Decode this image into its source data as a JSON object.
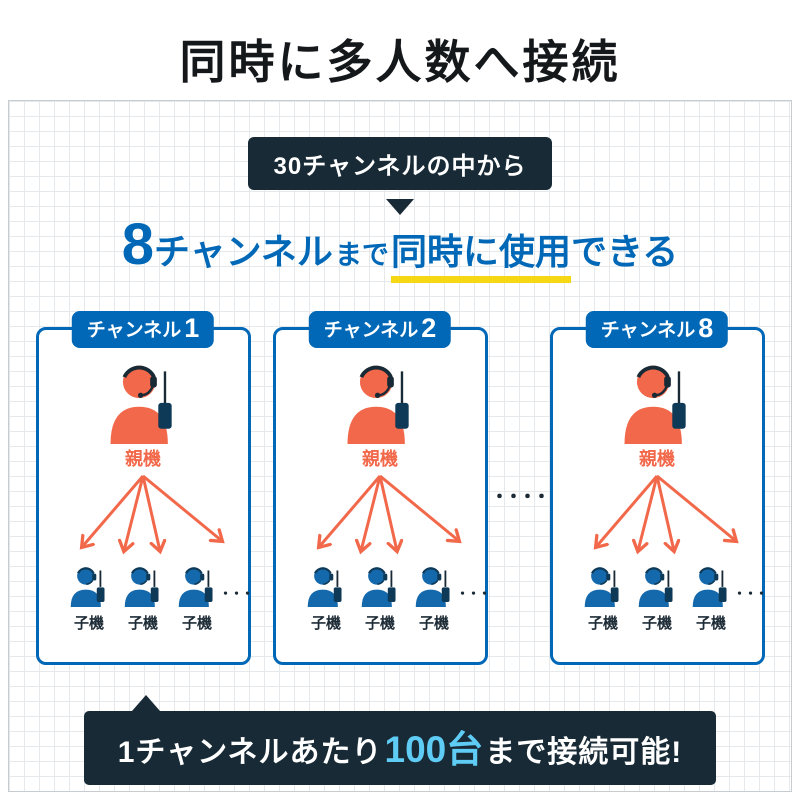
{
  "title": "同時に多人数へ接続",
  "callout": {
    "text": "30チャンネルの中から"
  },
  "headline": {
    "number": "8",
    "unit": "チャンネル",
    "upto": "まで",
    "underlined": "同時に使用",
    "rest": "できる"
  },
  "separator_dots": "・・・・",
  "cards": [
    {
      "tab_label": "チャンネル",
      "tab_number": "1",
      "parent_label": "親機",
      "child_labels": [
        "子機",
        "子機",
        "子機"
      ],
      "more_dots": "・・・"
    },
    {
      "tab_label": "チャンネル",
      "tab_number": "2",
      "parent_label": "親機",
      "child_labels": [
        "子機",
        "子機",
        "子機"
      ],
      "more_dots": "・・・"
    },
    {
      "tab_label": "チャンネル",
      "tab_number": "8",
      "parent_label": "親機",
      "child_labels": [
        "子機",
        "子機",
        "子機"
      ],
      "more_dots": "・・・"
    }
  ],
  "banner": {
    "prefix": "1チャンネルあたり",
    "highlight": "100台",
    "suffix": "まで接続可能!"
  },
  "colors": {
    "accent_blue": "#0068b7",
    "accent_orange": "#f2684a",
    "dark_navy": "#182a35",
    "highlight_cyan": "#5fccf5",
    "underline_yellow": "#f5d714",
    "child_blue": "#1468ac"
  }
}
